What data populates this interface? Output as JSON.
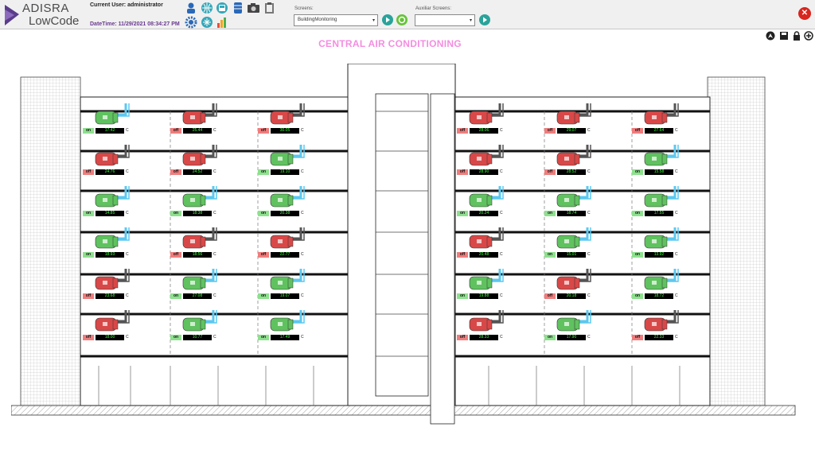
{
  "app": {
    "brand": "ADISRA",
    "product": "LowCode"
  },
  "header": {
    "current_user": "Current User: administrator",
    "datetime": "DateTime: 11/29/2021 08:34:27 PM",
    "screens_label": "Screens:",
    "screens_value": "BuildingMonitoring",
    "aux_label": "Auxiliar Screens:",
    "aux_value": ""
  },
  "icons": {
    "toolbar": [
      "user-icon",
      "globe-icon",
      "save-disk-icon",
      "database-icon",
      "camera-icon",
      "clipboard-icon",
      "settings-gear-icon",
      "network-icon",
      "bar-chart-icon"
    ],
    "right": [
      "navigate-icon",
      "save-icon",
      "lock-icon",
      "add-icon"
    ]
  },
  "colors": {
    "on": "#8ee08e",
    "off": "#ef7d7d",
    "title": "#f48de0",
    "temp_text": "#46ff46",
    "duct": "#5cc8f0",
    "close": "#d8251d"
  },
  "page": {
    "title": "CENTRAL AIR CONDITIONING"
  },
  "units": [
    [
      [
        "on",
        "17.42"
      ],
      [
        "off",
        "25.44"
      ],
      [
        "off",
        "30.05"
      ],
      [
        "off",
        "28.06"
      ],
      [
        "off",
        "29.07"
      ],
      [
        "off",
        "27.64"
      ]
    ],
    [
      [
        "off",
        "24.76"
      ],
      [
        "off",
        "24.52"
      ],
      [
        "on",
        "19.10"
      ],
      [
        "off",
        "28.90"
      ],
      [
        "off",
        "28.52"
      ],
      [
        "on",
        "15.58"
      ]
    ],
    [
      [
        "on",
        "14.85"
      ],
      [
        "on",
        "18.38"
      ],
      [
        "on",
        "20.38"
      ],
      [
        "on",
        "20.24"
      ],
      [
        "on",
        "18.74"
      ],
      [
        "on",
        "17.55"
      ]
    ],
    [
      [
        "on",
        "18.93"
      ],
      [
        "off",
        "18.56"
      ],
      [
        "off",
        "22.77"
      ],
      [
        "off",
        "20.48"
      ],
      [
        "on",
        "15.01"
      ],
      [
        "on",
        "13.92"
      ]
    ],
    [
      [
        "off",
        "23.68"
      ],
      [
        "on",
        "27.08"
      ],
      [
        "on",
        "19.07"
      ],
      [
        "on",
        "19.88"
      ],
      [
        "off",
        "20.18"
      ],
      [
        "on",
        "18.72"
      ]
    ],
    [
      [
        "off",
        "18.00"
      ],
      [
        "on",
        "10.77"
      ],
      [
        "on",
        "17.49"
      ],
      [
        "off",
        "28.33"
      ],
      [
        "on",
        "17.90"
      ],
      [
        "off",
        "22.33"
      ]
    ]
  ],
  "temp_unit": "C"
}
